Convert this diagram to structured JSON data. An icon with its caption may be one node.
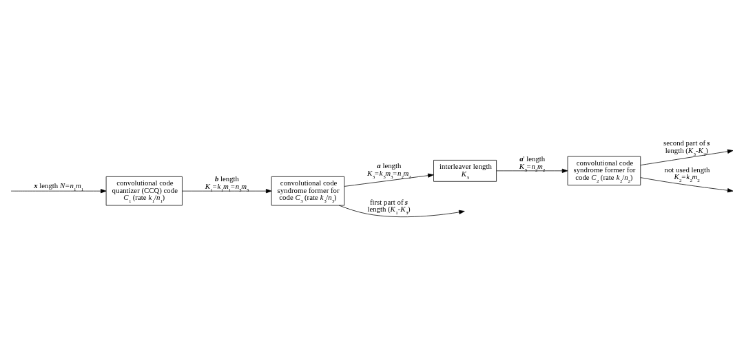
{
  "diagram": {
    "nodes": [
      {
        "text": [
          "convolutional code quantizer (CCQ) code *C*$_{1}$ (rate *k*$_{1}$/*n*$_{1}$)"
        ]
      },
      {
        "text": [
          "convolutional code syndrome former for code *C*$_{3}$ (rate *k*$_{3}$/*n*$_{3}$)"
        ]
      },
      {
        "text": [
          "interleaver length *K*$_{3}$"
        ]
      },
      {
        "text": [
          "convolutional code syndrome former for code *C*$_{2}$ (rate *k*$_{2}$/*n*$_{2}$)"
        ]
      }
    ],
    "edges": [
      {
        "from": null,
        "to": 0,
        "arrow": "to",
        "label": "**x** length *N*=*n*$_{1}$*m*$_{1}$"
      },
      {
        "from": 0,
        "to": 1,
        "arrow": "to",
        "label": "**b** length *K*$_{1}$=*k*$_{1}$*m*$_{1}$=*n*$_{3}$*m*$_{3}$"
      },
      {
        "from": 1,
        "to": null,
        "arrow": "to",
        "label": "first part of **s** length (*K*$_{1}$-*K*$_{3}$)"
      },
      {
        "from": 1,
        "to": 2,
        "arrow": "to",
        "label": "**a** length *K*$_{3}$=*k*$_{3}$*m*$_{3}$=*n*$_{2}$*m*$_{2}$"
      },
      {
        "from": 2,
        "to": 3,
        "arrow": "to",
        "label": "**a**' length *K*$_{3}$=*n*$_{2}$*m*$_{2}$"
      },
      {
        "from": 3,
        "to": null,
        "arrow": "to",
        "label": "second part of **s** length (*K*$_{3}$-*K*$_{2}$)"
      },
      {
        "from": 3,
        "to": null,
        "arrow": "to",
        "label": "not used length *K*$_{2}$=*k*$_{2}$*m*$_{2}$"
      }
    ]
  }
}
